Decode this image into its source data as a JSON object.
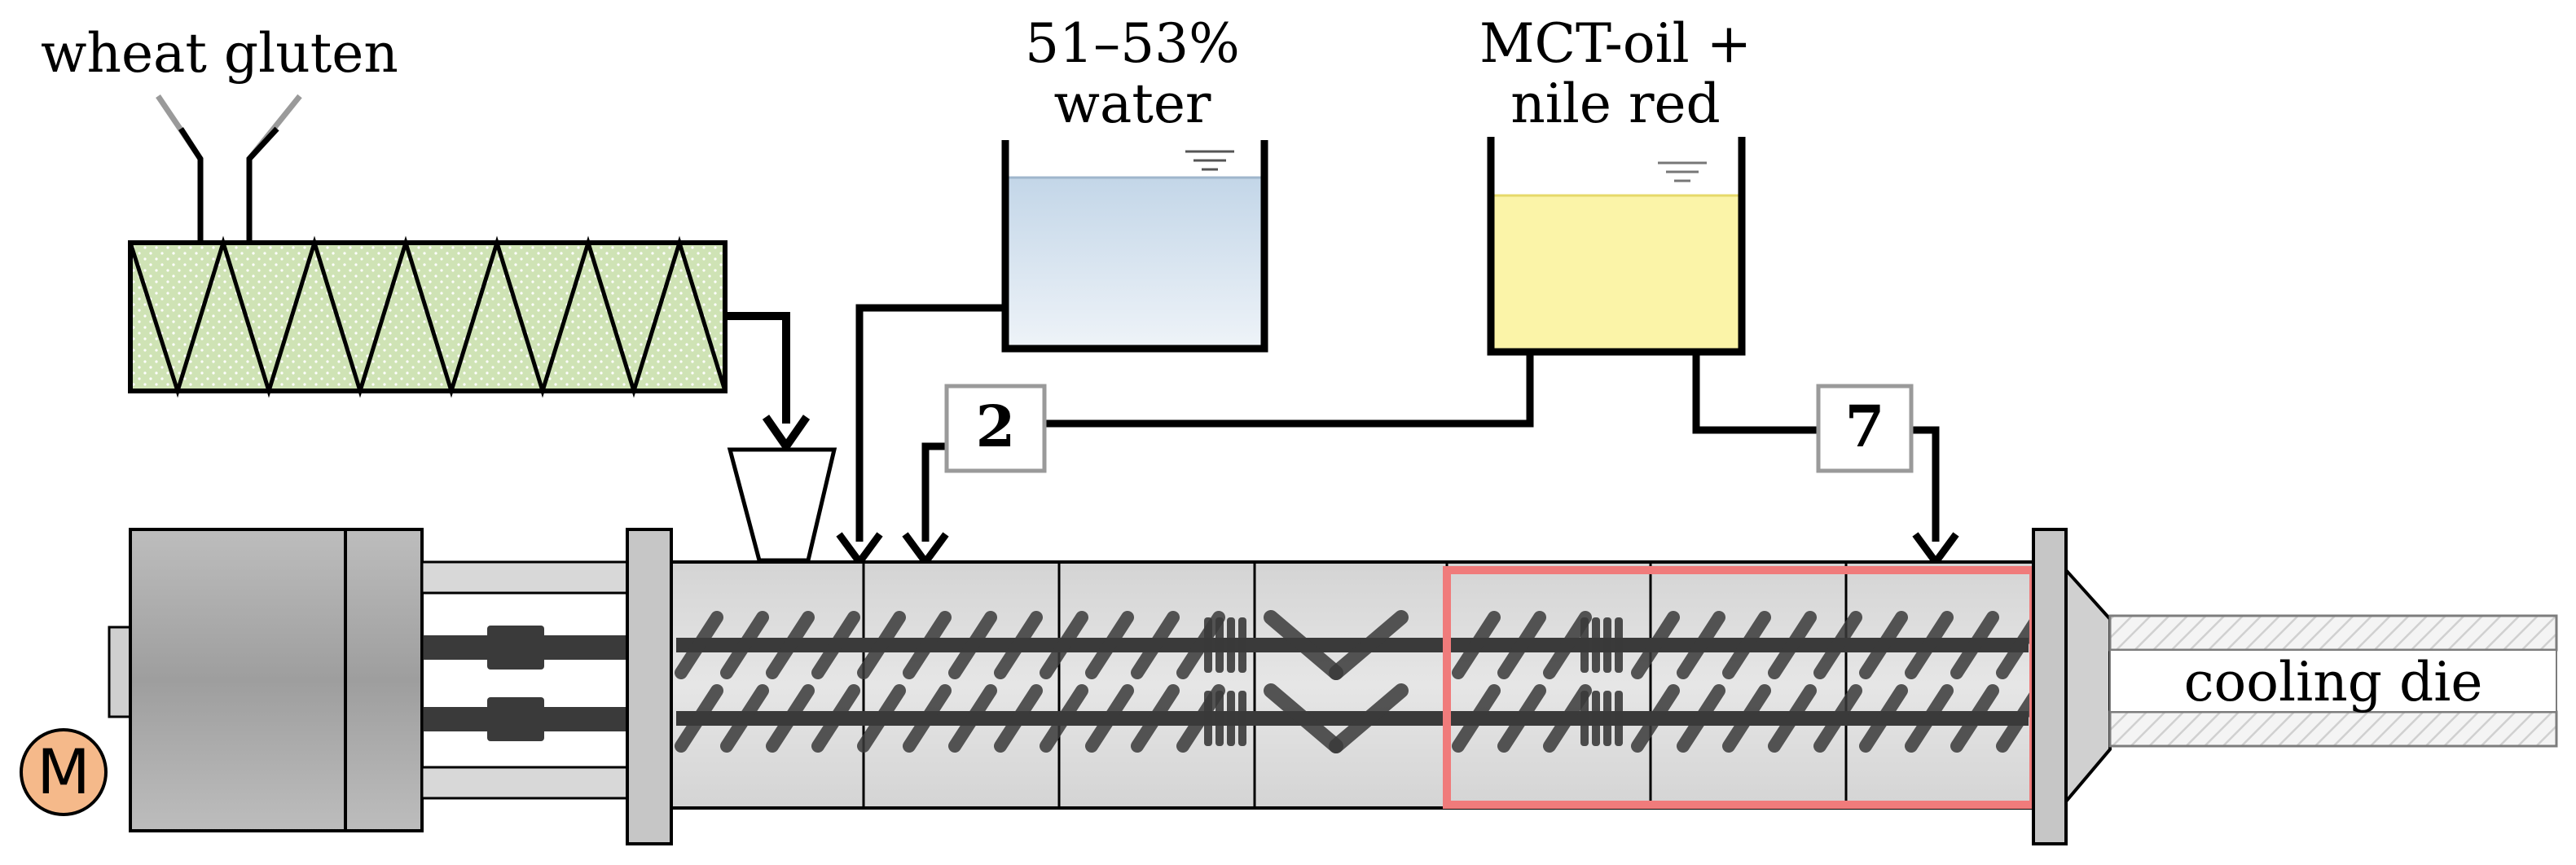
{
  "labels": {
    "wheat_gluten": "wheat gluten",
    "water_line1": "51–53%",
    "water_line2": "water",
    "oil_line1": "MCT-oil +",
    "oil_line2": "nile red",
    "cooling_die": "cooling die",
    "motor": "M",
    "port_water": "2",
    "port_oil": "7"
  },
  "colors": {
    "feeder_fill": "#cfe3b5",
    "water_top": "#c3d6e8",
    "water_bottom": "#eef3f8",
    "oil_fill": "#fbf4a8",
    "barrel_fill": "#dcdcdc",
    "highlight": "#f07b7b",
    "motor_fill": "#f5b98a",
    "screw": "#3a3a3a",
    "frame": "#8a8a8a"
  },
  "icons": {
    "level": "liquid-level-icon",
    "motor": "motor-icon",
    "hopper": "hopper-icon"
  }
}
